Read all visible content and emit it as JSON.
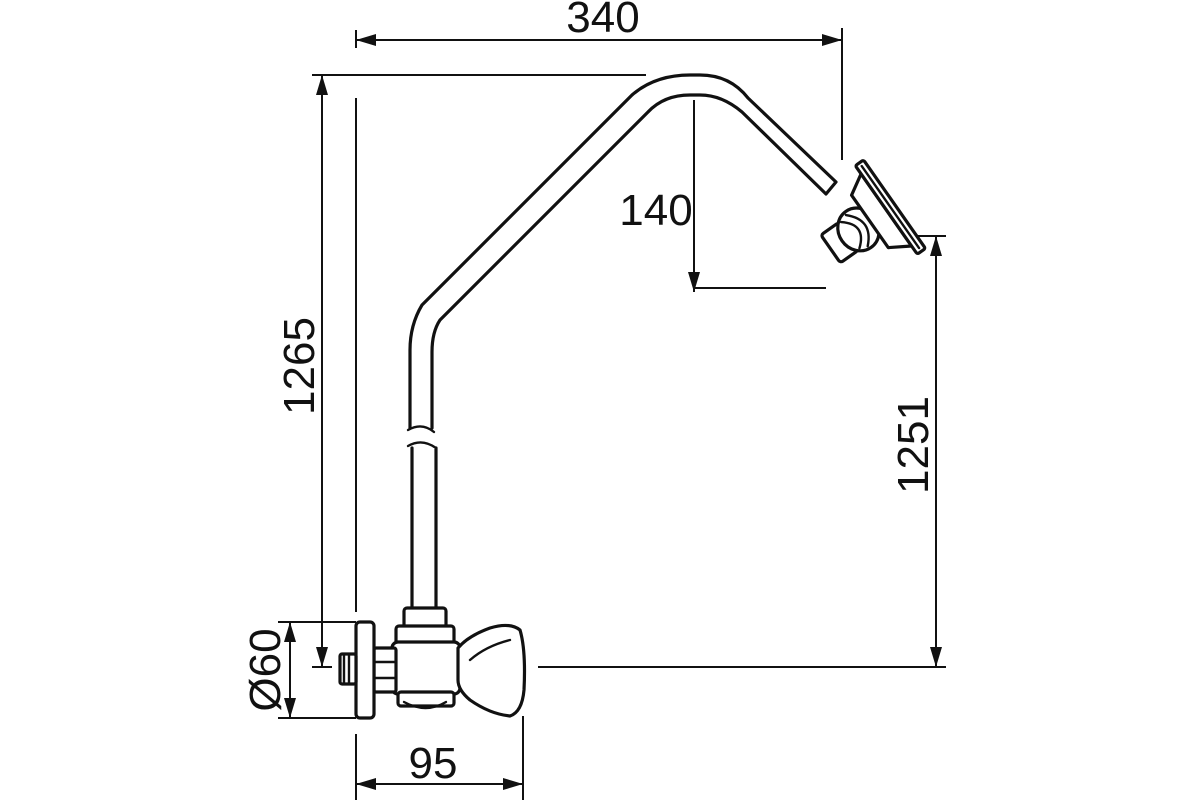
{
  "drawing": {
    "dimensions": {
      "width_top": "340",
      "drop_head": "140",
      "total_height": "1265",
      "head_height": "1251",
      "flange_diameter": "Ø60",
      "valve_depth": "95"
    }
  }
}
